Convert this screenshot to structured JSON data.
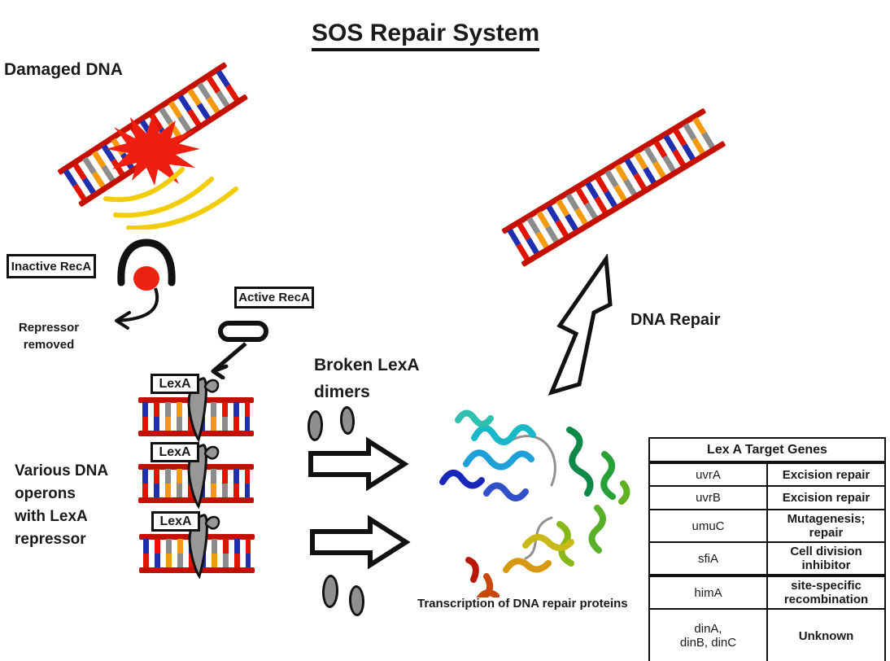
{
  "title": "SOS Repair System",
  "damaged_dna": {
    "label": "Damaged DNA"
  },
  "inactive_reca": {
    "label": "Inactive RecA"
  },
  "repressor_removed": {
    "label": "Repressor\nremoved"
  },
  "active_reca": {
    "label": "Active RecA"
  },
  "operons": {
    "lexa_label": "LexA",
    "caption": "Various DNA\noperons\nwith LexA\nrepressor"
  },
  "broken_dimers": {
    "label": "Broken LexA\ndimers"
  },
  "transcription": {
    "caption": "Transcription of DNA repair proteins"
  },
  "dna_repair": {
    "label": "DNA Repair"
  },
  "table": {
    "title": "Lex A Target Genes",
    "rows": [
      {
        "gene": "uvrA",
        "function": "Excision repair"
      },
      {
        "gene": "uvrB",
        "function": "Excision repair"
      },
      {
        "gene": "umuC",
        "function": "Mutagenesis; repair"
      },
      {
        "gene": "sfiA",
        "function": "Cell division inhibitor"
      },
      {
        "gene": "himA",
        "function": "site-specific recombination"
      },
      {
        "gene": "dinA,\ndinB, dinC",
        "function": "Unknown"
      }
    ]
  },
  "colors": {
    "dna_rail_red": "#c41000",
    "rung_blue": "#1f2fae",
    "rung_orange": "#f59a0d",
    "rung_gray": "#8c8c8c",
    "rung_red": "#e01500",
    "damage_burst_red": "#ee1f10",
    "radiation_yellow": "#f2cd05",
    "repressor_gray": "#8f8f8f",
    "outline_black": "#111111"
  }
}
